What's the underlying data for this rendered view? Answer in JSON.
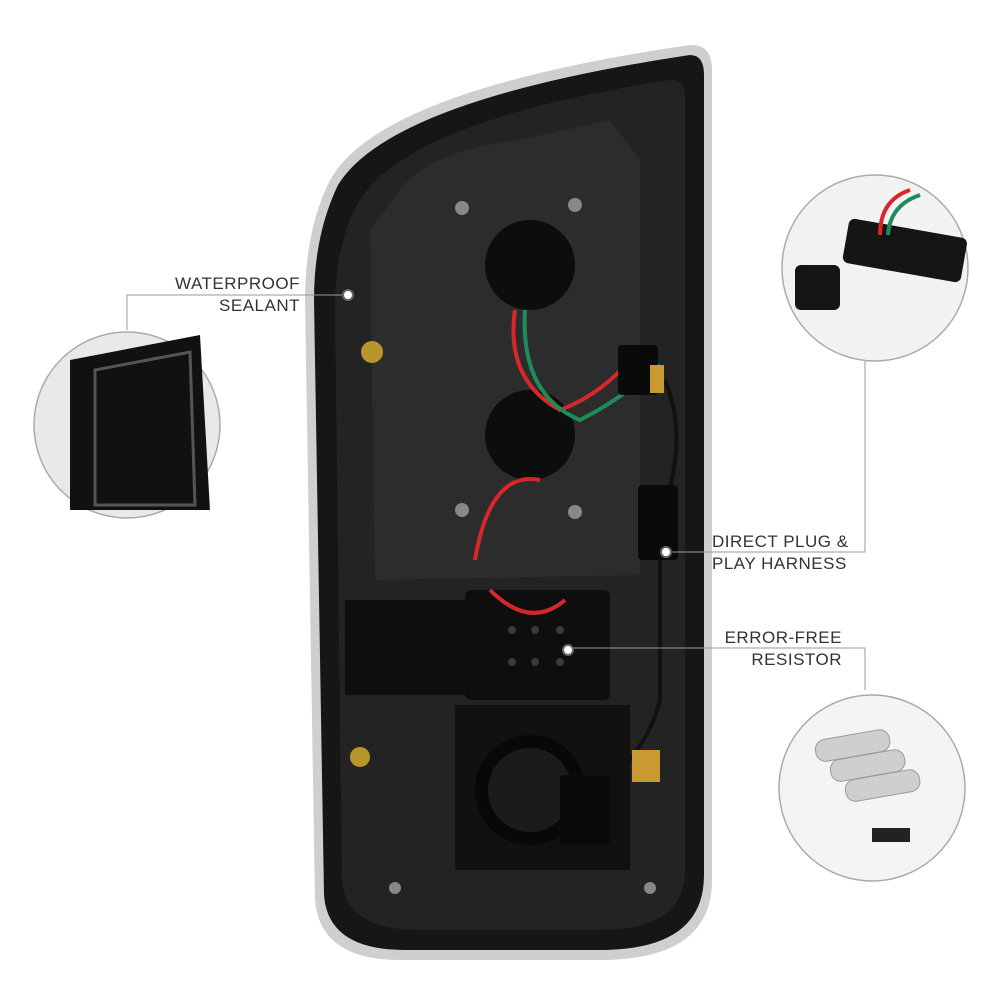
{
  "callouts": {
    "sealant": {
      "line1": "WATERPROOF",
      "line2": "SEALANT"
    },
    "harness": {
      "line1": "DIRECT PLUG &",
      "line2": "PLAY HARNESS"
    },
    "resistor": {
      "line1": "ERROR-FREE",
      "line2": "RESISTOR"
    }
  },
  "colors": {
    "housing": "#1a1a1a",
    "callout_line": "#999999",
    "wire_red": "#d62828",
    "wire_green": "#1f8a5a"
  }
}
